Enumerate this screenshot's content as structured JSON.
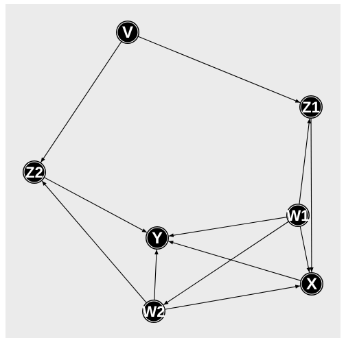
{
  "panel_color": "#ebebeb",
  "node_fill": "#000000",
  "node_stroke": "#ffffff",
  "label_color": "#ffffff",
  "edge_color": "#000000",
  "nodes": [
    {
      "id": "V",
      "label": "V"
    },
    {
      "id": "Z1",
      "label": "Z1"
    },
    {
      "id": "Z2",
      "label": "Z2"
    },
    {
      "id": "W1",
      "label": "W1"
    },
    {
      "id": "Y",
      "label": "Y"
    },
    {
      "id": "X",
      "label": "X"
    },
    {
      "id": "W2",
      "label": "W2"
    }
  ],
  "edges": [
    {
      "from": "V",
      "to": "Z1"
    },
    {
      "from": "V",
      "to": "Z2"
    },
    {
      "from": "Z1",
      "to": "X"
    },
    {
      "from": "W1",
      "to": "Z1"
    },
    {
      "from": "W1",
      "to": "Y"
    },
    {
      "from": "W1",
      "to": "X"
    },
    {
      "from": "W1",
      "to": "W2"
    },
    {
      "from": "Z2",
      "to": "Y"
    },
    {
      "from": "W2",
      "to": "Z2"
    },
    {
      "from": "W2",
      "to": "Y"
    },
    {
      "from": "W2",
      "to": "X"
    },
    {
      "from": "X",
      "to": "Y"
    }
  ]
}
